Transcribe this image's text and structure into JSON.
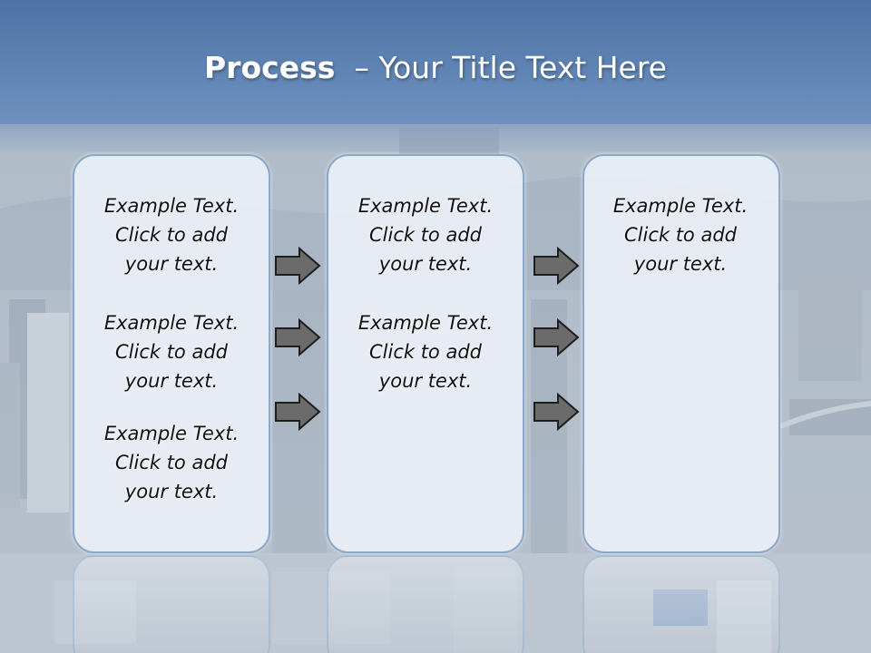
{
  "slide": {
    "title_bold": "Process",
    "title_rest": "– Your Title Text Here"
  },
  "columns": [
    {
      "blocks": [
        {
          "line1": "Example Text.",
          "line2": "Click  to add",
          "line3": "your text."
        },
        {
          "line1": "Example Text.",
          "line2": "Click  to add",
          "line3": "your text."
        },
        {
          "line1": "Example Text.",
          "line2": "Click  to add",
          "line3": "your text."
        }
      ]
    },
    {
      "blocks": [
        {
          "line1": "Example Text.",
          "line2": "Click  to add",
          "line3": "your text."
        },
        {
          "line1": "Example Text.",
          "line2": "Click  to add",
          "line3": "your text."
        }
      ]
    },
    {
      "blocks": [
        {
          "line1": "Example Text.",
          "line2": "Click  to add",
          "line3": "your text."
        }
      ]
    }
  ],
  "colors": {
    "header": "#5f84b4",
    "box_fill": "#ecf1f8",
    "box_border": "#8ca8c8",
    "arrow_fill": "#6b6b6b"
  },
  "icons": [
    "right-arrow-icon"
  ]
}
